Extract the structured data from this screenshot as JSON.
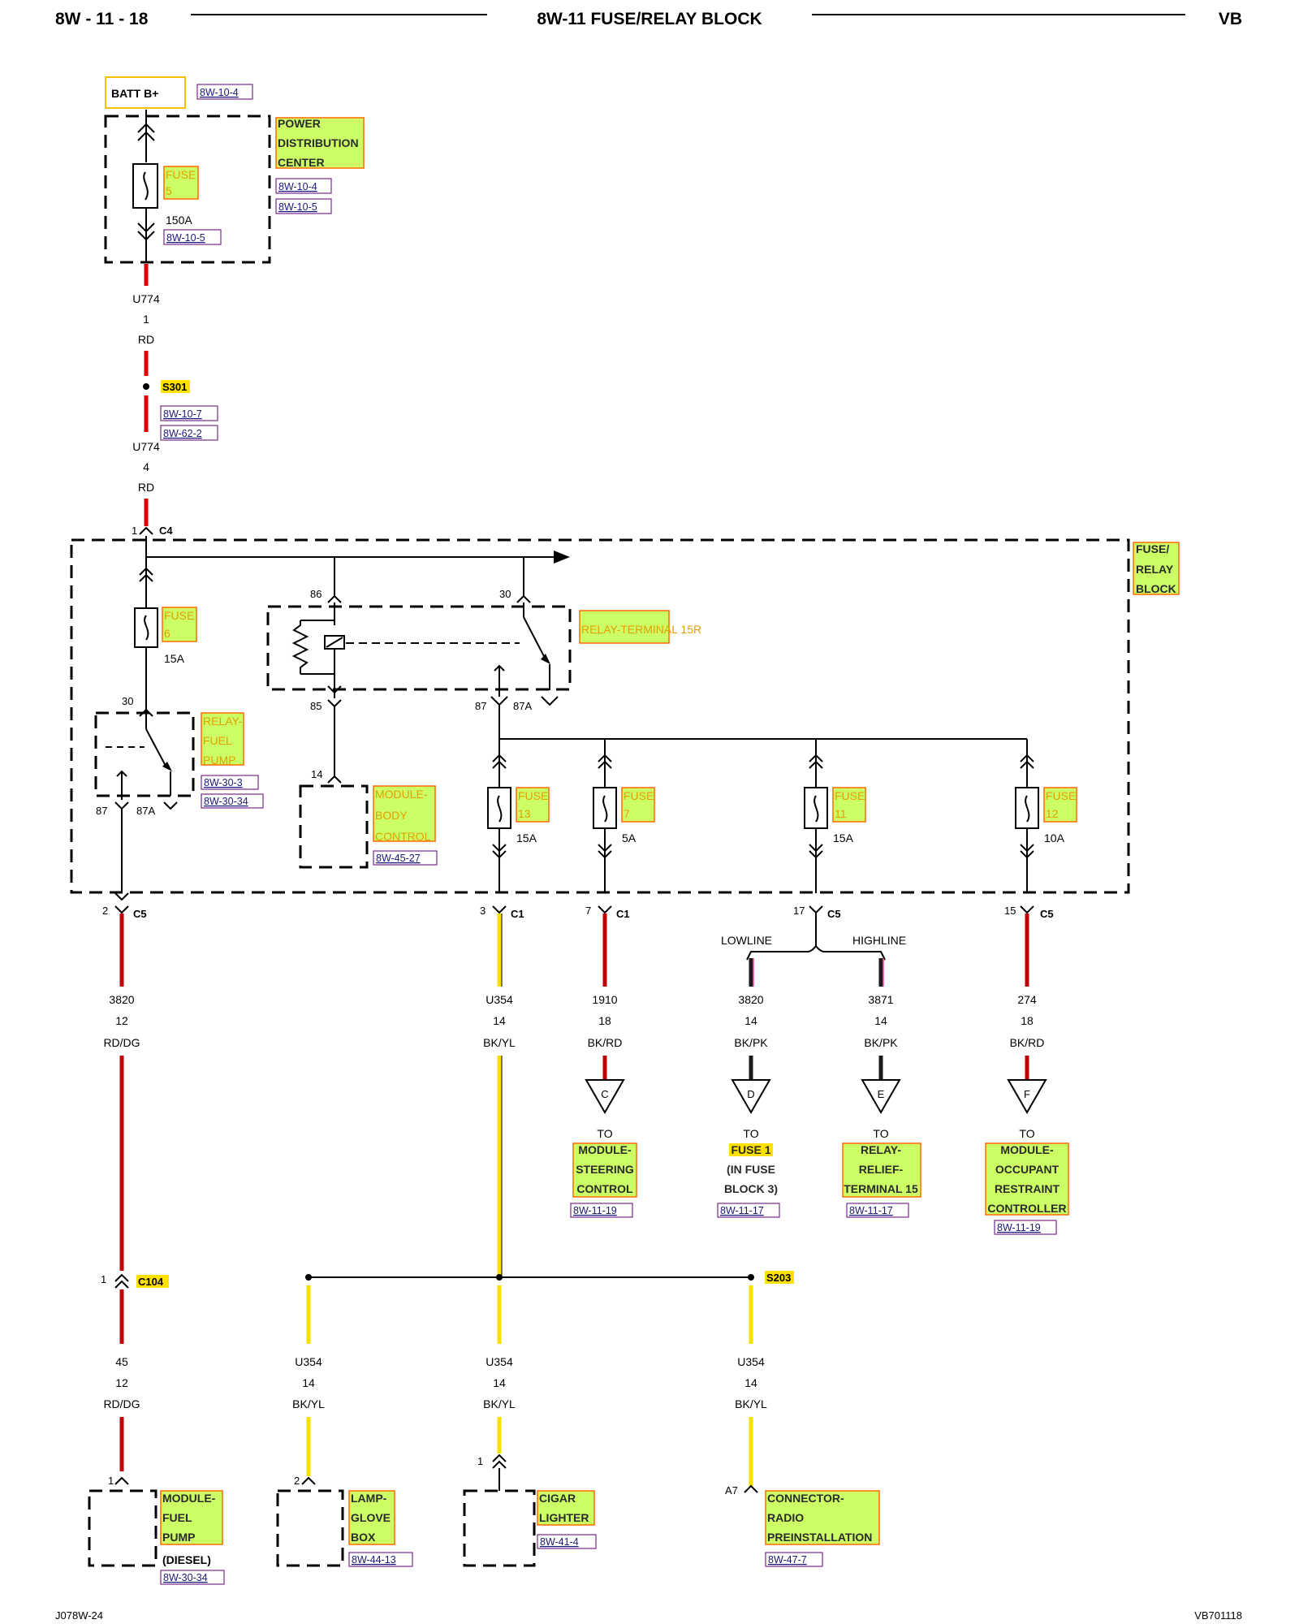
{
  "header": {
    "page_id": "8W - 11 - 18",
    "title": "8W-11 FUSE/RELAY BLOCK",
    "model": "VB"
  },
  "footer": {
    "left_code": "J078W-24",
    "right_code": "VB701118"
  },
  "top_power": {
    "batt_label": "BATT B+",
    "batt_ref": "8W-10-4",
    "pdc_name": [
      "POWER",
      "DISTRIBUTION",
      "CENTER"
    ],
    "pdc_refs": [
      "8W-10-4",
      "8W-10-5"
    ],
    "fuse_label": [
      "FUSE",
      "5"
    ],
    "fuse_rating": "150A",
    "fuse_ref": "8W-10-5",
    "wire1": {
      "circuit": "U774",
      "gauge": "1",
      "color": "RD"
    },
    "splice": {
      "name": "S301",
      "refs": [
        "8W-10-7",
        "8W-62-2"
      ]
    },
    "wire2": {
      "circuit": "U774",
      "gauge": "4",
      "color": "RD"
    },
    "entry_pin": "1",
    "entry_connector": "C4"
  },
  "frb": {
    "name": [
      "FUSE/",
      "RELAY",
      "BLOCK"
    ],
    "fuse6": {
      "label": [
        "FUSE",
        "6"
      ],
      "rating": "15A"
    },
    "relay_fuel_pump": {
      "label": [
        "RELAY-",
        "FUEL",
        "PUMP"
      ],
      "refs": [
        "8W-30-3",
        "8W-30-34"
      ],
      "pin_30": "30",
      "pin_87": "87",
      "pin_87a": "87A"
    },
    "relay_15r": {
      "label": "RELAY-TERMINAL 15R",
      "pin_86": "86",
      "pin_30": "30",
      "pin_85": "85",
      "pin_87": "87",
      "pin_87a": "87A"
    },
    "module_body": {
      "label": [
        "MODULE-",
        "BODY",
        "CONTROL"
      ],
      "ref": "8W-45-27",
      "pin": "14"
    },
    "fuse13": {
      "label": [
        "FUSE",
        "13"
      ],
      "rating": "15A"
    },
    "fuse7": {
      "label": [
        "FUSE",
        "7"
      ],
      "rating": "5A"
    },
    "fuse11": {
      "label": [
        "FUSE",
        "11"
      ],
      "rating": "15A"
    },
    "fuse12": {
      "label": [
        "FUSE",
        "12"
      ],
      "rating": "10A"
    }
  },
  "outputs": {
    "o1": {
      "pin": "2",
      "connector": "C5",
      "circuit": "3820",
      "gauge": "12",
      "color": "RD/DG"
    },
    "o2": {
      "pin": "3",
      "connector": "C1",
      "circuit": "U354",
      "gauge": "14",
      "color": "BK/YL"
    },
    "o3": {
      "pin": "7",
      "connector": "C1",
      "circuit": "1910",
      "gauge": "18",
      "color": "BK/RD",
      "flag": "C",
      "to": "TO",
      "dest": [
        "MODULE-",
        "STEERING",
        "CONTROL"
      ],
      "ref": "8W-11-19"
    },
    "o4": {
      "pin": "17",
      "connector": "C5",
      "lowline": "LOWLINE",
      "highline": "HIGHLINE"
    },
    "o4a": {
      "circuit": "3820",
      "gauge": "14",
      "color": "BK/PK",
      "flag": "D",
      "to": "TO",
      "dest": [
        "FUSE 1",
        "(IN FUSE",
        "BLOCK 3)"
      ],
      "ref": "8W-11-17"
    },
    "o4b": {
      "circuit": "3871",
      "gauge": "14",
      "color": "BK/PK",
      "flag": "E",
      "to": "TO",
      "dest": [
        "RELAY-",
        "RELIEF-",
        "TERMINAL 15"
      ],
      "ref": "8W-11-17"
    },
    "o5": {
      "pin": "15",
      "connector": "C5",
      "circuit": "274",
      "gauge": "18",
      "color": "BK/RD",
      "flag": "F",
      "to": "TO",
      "dest": [
        "MODULE-",
        "OCCUPANT",
        "RESTRAINT",
        "CONTROLLER"
      ],
      "ref": "8W-11-19"
    }
  },
  "lower": {
    "c104": {
      "pin": "1",
      "name": "C104"
    },
    "s203": {
      "name": "S203"
    },
    "w_fp": {
      "circuit": "45",
      "gauge": "12",
      "color": "RD/DG"
    },
    "w_glove": {
      "circuit": "U354",
      "gauge": "14",
      "color": "BK/YL"
    },
    "w_cigar": {
      "circuit": "U354",
      "gauge": "14",
      "color": "BK/YL"
    },
    "w_radio": {
      "circuit": "U354",
      "gauge": "14",
      "color": "BK/YL"
    },
    "fuel_pump": {
      "pin": "1",
      "label": [
        "MODULE-",
        "FUEL",
        "PUMP"
      ],
      "note": "(DIESEL)",
      "ref": "8W-30-34"
    },
    "glove": {
      "pin": "2",
      "label": [
        "LAMP-",
        "GLOVE",
        "BOX"
      ],
      "ref": "8W-44-13"
    },
    "cigar": {
      "pin": "1",
      "label": [
        "CIGAR",
        "LIGHTER"
      ],
      "ref": "8W-41-4"
    },
    "radio": {
      "pin": "A7",
      "label": [
        "CONNECTOR-",
        "RADIO",
        "PREINSTALLATION"
      ],
      "ref": "8W-47-7"
    }
  },
  "colors": {
    "red_wire": "#e00000",
    "rd_dg_wire": "#c00000",
    "yellow_wire": "#f5e000",
    "label_fill": "#ccff66",
    "label_border": "#ff6a00"
  }
}
